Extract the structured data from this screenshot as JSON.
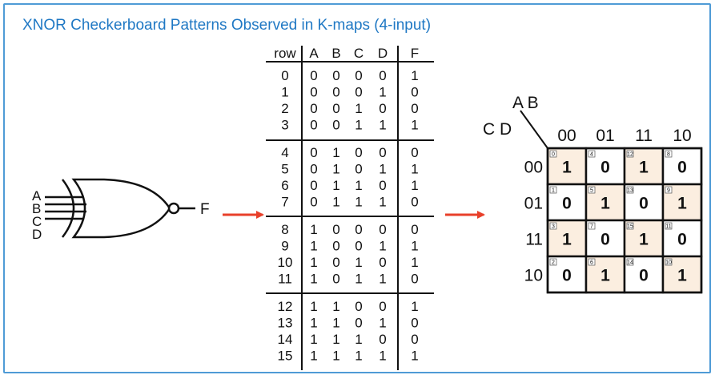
{
  "title": "XNOR Checkerboard Patterns Observed in K-maps (4-input)",
  "gate": {
    "inputs": [
      "A",
      "B",
      "C",
      "D"
    ],
    "output": "F"
  },
  "truth_table": {
    "headers": [
      "row",
      "A",
      "B",
      "C",
      "D",
      "F"
    ],
    "rows": [
      [
        "0",
        "0",
        "0",
        "0",
        "0",
        "1"
      ],
      [
        "1",
        "0",
        "0",
        "0",
        "1",
        "0"
      ],
      [
        "2",
        "0",
        "0",
        "1",
        "0",
        "0"
      ],
      [
        "3",
        "0",
        "0",
        "1",
        "1",
        "1"
      ],
      [
        "4",
        "0",
        "1",
        "0",
        "0",
        "0"
      ],
      [
        "5",
        "0",
        "1",
        "0",
        "1",
        "1"
      ],
      [
        "6",
        "0",
        "1",
        "1",
        "0",
        "1"
      ],
      [
        "7",
        "0",
        "1",
        "1",
        "1",
        "0"
      ],
      [
        "8",
        "1",
        "0",
        "0",
        "0",
        "0"
      ],
      [
        "9",
        "1",
        "0",
        "0",
        "1",
        "1"
      ],
      [
        "10",
        "1",
        "0",
        "1",
        "0",
        "1"
      ],
      [
        "11",
        "1",
        "0",
        "1",
        "1",
        "0"
      ],
      [
        "12",
        "1",
        "1",
        "0",
        "0",
        "1"
      ],
      [
        "13",
        "1",
        "1",
        "0",
        "1",
        "0"
      ],
      [
        "14",
        "1",
        "1",
        "1",
        "0",
        "0"
      ],
      [
        "15",
        "1",
        "1",
        "1",
        "1",
        "1"
      ]
    ]
  },
  "kmap": {
    "col_vars": "A B",
    "row_vars": "C D",
    "col_labels": [
      "00",
      "01",
      "11",
      "10"
    ],
    "row_labels": [
      "00",
      "01",
      "11",
      "10"
    ],
    "cells": [
      [
        {
          "idx": "0",
          "val": "1"
        },
        {
          "idx": "4",
          "val": "0"
        },
        {
          "idx": "12",
          "val": "1"
        },
        {
          "idx": "8",
          "val": "0"
        }
      ],
      [
        {
          "idx": "1",
          "val": "0"
        },
        {
          "idx": "5",
          "val": "1"
        },
        {
          "idx": "13",
          "val": "0"
        },
        {
          "idx": "9",
          "val": "1"
        }
      ],
      [
        {
          "idx": "3",
          "val": "1"
        },
        {
          "idx": "7",
          "val": "0"
        },
        {
          "idx": "15",
          "val": "1"
        },
        {
          "idx": "11",
          "val": "0"
        }
      ],
      [
        {
          "idx": "2",
          "val": "0"
        },
        {
          "idx": "6",
          "val": "1"
        },
        {
          "idx": "14",
          "val": "0"
        },
        {
          "idx": "10",
          "val": "1"
        }
      ]
    ]
  },
  "colors": {
    "title": "#1f78c4",
    "frame": "#4f9bd6",
    "arrow": "#e8402a",
    "highlight": "#fbeee0"
  }
}
